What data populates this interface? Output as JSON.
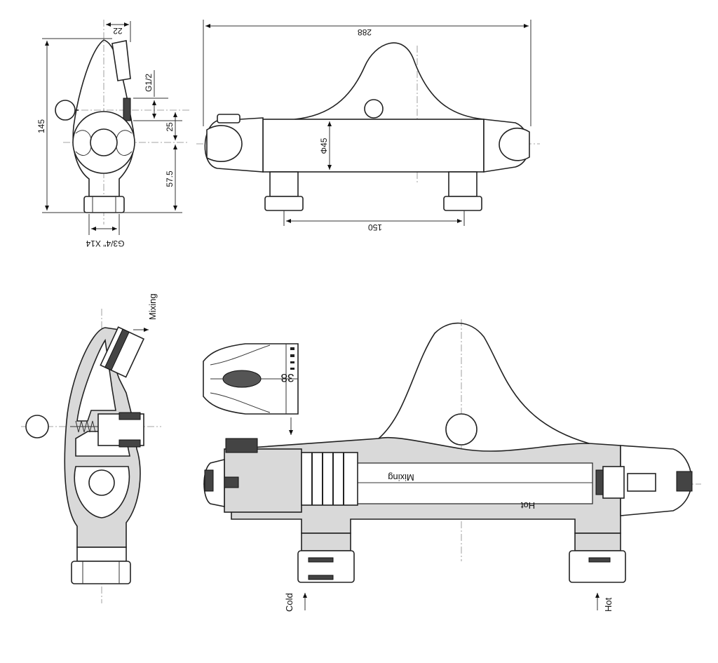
{
  "side_view": {
    "dim_outlet_width": "22",
    "dim_outlet_thread": "G1/2",
    "dim_height": "145",
    "dim_upper": "25",
    "dim_lower": "57.5",
    "dim_inlet_thread": "G3/4\" X14"
  },
  "front_view": {
    "dim_length": "288",
    "dim_diameter": "Φ45",
    "dim_centres": "150"
  },
  "side_section": {
    "outlet_label": "Mixing"
  },
  "front_section": {
    "handle_scale": "38",
    "mixing_label": "Mixing",
    "hot_channel_label": "Hot",
    "cold_inlet_label": "Cold",
    "hot_inlet_label": "Hot"
  }
}
